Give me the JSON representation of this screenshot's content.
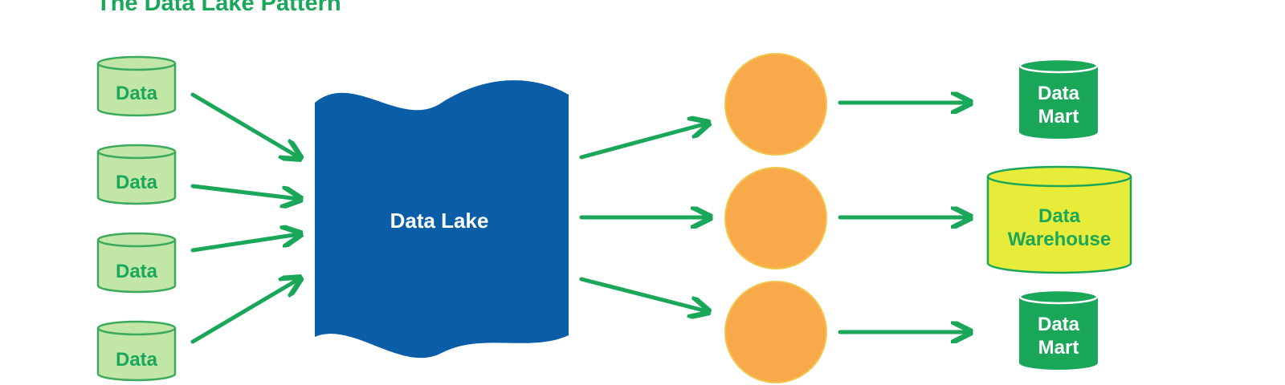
{
  "title": "The Data Lake Pattern",
  "sources": [
    {
      "label": "Data"
    },
    {
      "label": "Data"
    },
    {
      "label": "Data"
    },
    {
      "label": "Data"
    }
  ],
  "lake": {
    "label": "Data Lake"
  },
  "outputs": [
    {
      "lines": [
        "Data",
        "Mart"
      ]
    },
    {
      "lines": [
        "Data",
        "Warehouse"
      ]
    },
    {
      "lines": [
        "Data",
        "Mart"
      ]
    }
  ],
  "colors": {
    "green": "#1aa75a",
    "source_fill": "#c2e6a7",
    "source_stroke": "#3caa5c",
    "lake": "#0a5ea8",
    "process": "#f8a94a",
    "process_stroke": "#f2c64c",
    "mart_fill": "#1aa75a",
    "warehouse_fill": "#e7ec3a",
    "warehouse_stroke": "#1aa75a",
    "white": "#ffffff"
  }
}
